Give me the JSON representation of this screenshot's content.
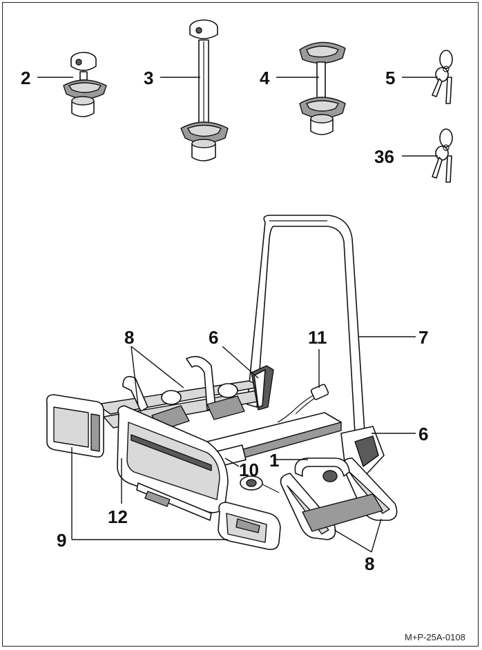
{
  "figure": {
    "reference": "M+P-25A-0108"
  },
  "callouts": [
    {
      "id": "c2",
      "label": "2"
    },
    {
      "id": "c3",
      "label": "3"
    },
    {
      "id": "c4",
      "label": "4"
    },
    {
      "id": "c5",
      "label": "5"
    },
    {
      "id": "c36",
      "label": "36"
    },
    {
      "id": "c7",
      "label": "7"
    },
    {
      "id": "c6a",
      "label": "6"
    },
    {
      "id": "c11",
      "label": "11"
    },
    {
      "id": "c8a",
      "label": "8"
    },
    {
      "id": "c6b",
      "label": "6"
    },
    {
      "id": "c10",
      "label": "10"
    },
    {
      "id": "c1",
      "label": "1"
    },
    {
      "id": "c12",
      "label": "12"
    },
    {
      "id": "c9",
      "label": "9"
    },
    {
      "id": "c8b",
      "label": "8"
    }
  ]
}
